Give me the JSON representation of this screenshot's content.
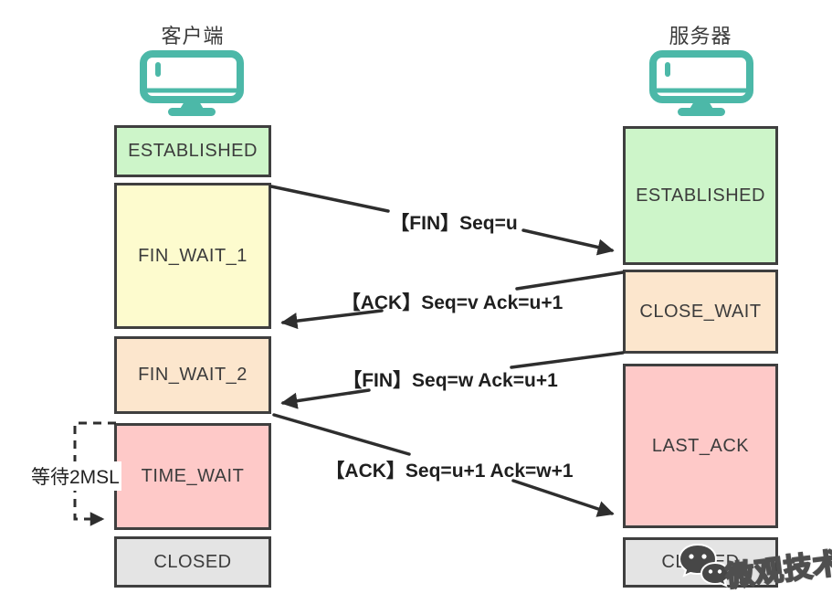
{
  "client": {
    "title": "客户端",
    "states": [
      {
        "label": "ESTABLISHED",
        "bg": "#cdf5c9"
      },
      {
        "label": "FIN_WAIT_1",
        "bg": "#fdfbce"
      },
      {
        "label": "FIN_WAIT_2",
        "bg": "#fce6cd"
      },
      {
        "label": "TIME_WAIT",
        "bg": "#fec9c8"
      },
      {
        "label": "CLOSED",
        "bg": "#e4e4e4"
      }
    ]
  },
  "server": {
    "title": "服务器",
    "states": [
      {
        "label": "ESTABLISHED",
        "bg": "#cdf5c9"
      },
      {
        "label": "CLOSE_WAIT",
        "bg": "#fce6cd"
      },
      {
        "label": "LAST_ACK",
        "bg": "#fec9c8"
      },
      {
        "label": "CLOSED",
        "bg": "#e4e4e4"
      }
    ]
  },
  "messages": [
    {
      "label": "【FIN】Seq=u",
      "from": "client",
      "to": "server"
    },
    {
      "label": "【ACK】Seq=v Ack=u+1",
      "from": "server",
      "to": "client"
    },
    {
      "label": "【FIN】Seq=w Ack=u+1",
      "from": "server",
      "to": "client"
    },
    {
      "label": "【ACK】Seq=u+1 Ack=w+1",
      "from": "client",
      "to": "server"
    }
  ],
  "annotations": {
    "wait_2msl": "等待2MSL"
  },
  "watermark": {
    "text": "微观技术"
  },
  "colors": {
    "monitor_teal": "#4cb8a8",
    "box_border": "#3f3f3f",
    "arrow": "#2e2e2e",
    "state_green": "#cdf5c9",
    "state_yellow": "#fdfbce",
    "state_peach": "#fce6cd",
    "state_pink": "#fec9c8",
    "state_gray": "#e4e4e4"
  }
}
